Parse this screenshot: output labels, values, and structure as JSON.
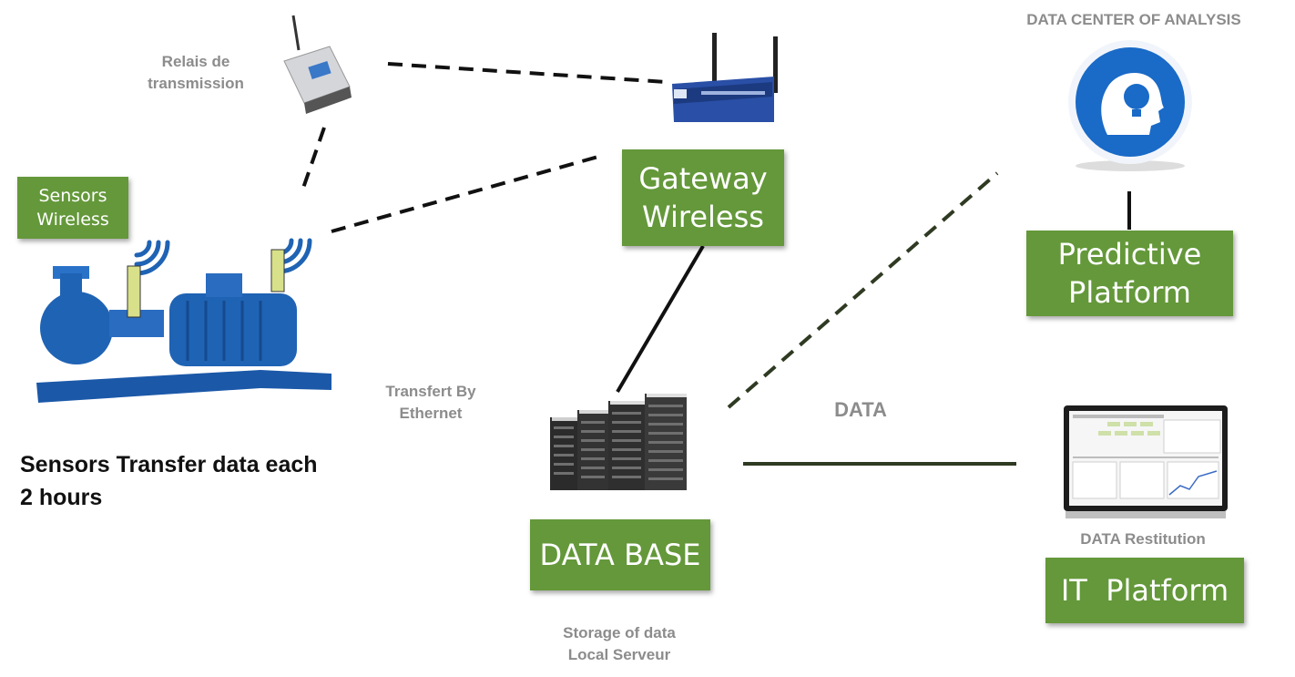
{
  "nodes": {
    "relay": {
      "label_line1": "Relais de",
      "label_line2": "transmission"
    },
    "sensors_wireless": {
      "line1": "Sensors",
      "line2": "Wireless"
    },
    "gateway": {
      "line1": "Gateway",
      "line2": "Wireless"
    },
    "data_center": {
      "title": "DATA CENTER OF ANALYSIS"
    },
    "predictive": {
      "line1": "Predictive",
      "line2": "Platform"
    },
    "database": {
      "label": "DATA BASE",
      "caption_line1": "Storage of data",
      "caption_line2": "Local Serveur"
    },
    "it_platform": {
      "label": "IT  Platform",
      "caption": "DATA Restitution"
    }
  },
  "texts": {
    "transfer_by_ethernet_line1": "Transfert By",
    "transfer_by_ethernet_line2": "Ethernet",
    "data_link": "DATA",
    "sensors_transfer_line1": "Sensors Transfer data each",
    "sensors_transfer_line2": "2 hours"
  },
  "colors": {
    "green_box": "#64983a",
    "caption_gray": "#8c8c8c",
    "link_dark": "#111111",
    "link_olive": "#2f3a22",
    "pump_blue": "#1f63b4",
    "brain_blue": "#1a6ac7"
  },
  "icons": [
    "relay-device-icon",
    "wifi-router-icon",
    "ai-brain-icon",
    "server-rack-icon",
    "monitor-dashboard-icon",
    "pump-icon",
    "wifi-signal-icon"
  ]
}
